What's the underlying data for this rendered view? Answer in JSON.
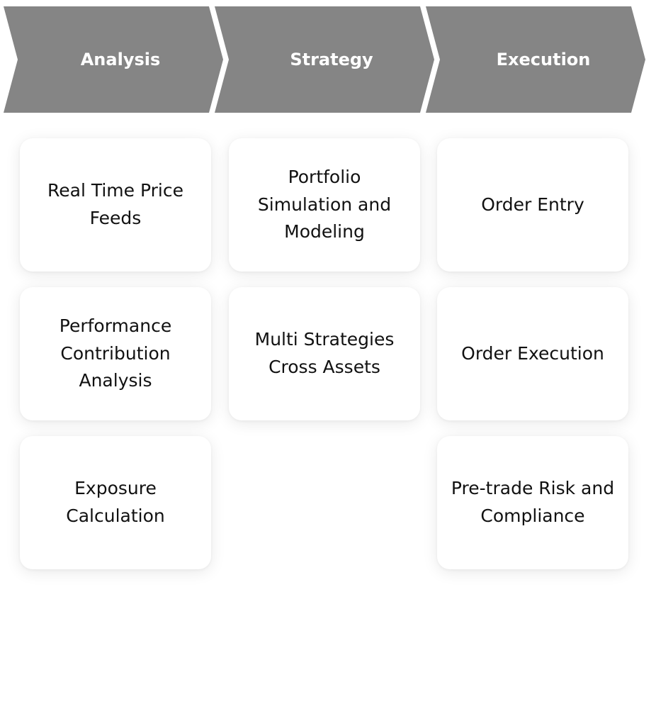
{
  "stages": [
    {
      "title": "Analysis",
      "items": [
        "Real Time Price\nFeeds",
        "Performance\nContribution\nAnalysis",
        "Exposure\nCalculation"
      ]
    },
    {
      "title": "Strategy",
      "items": [
        "Portfolio\nSimulation and\nModeling",
        "Multi Strategies\nCross Assets"
      ]
    },
    {
      "title": "Execution",
      "items": [
        "Order Entry",
        "Order Execution",
        "Pre-trade Risk and\nCompliance"
      ]
    }
  ],
  "colors": {
    "chevron": "#858585",
    "chevron_text": "#ffffff",
    "card_background": "#ffffff",
    "card_text": "#111111"
  }
}
